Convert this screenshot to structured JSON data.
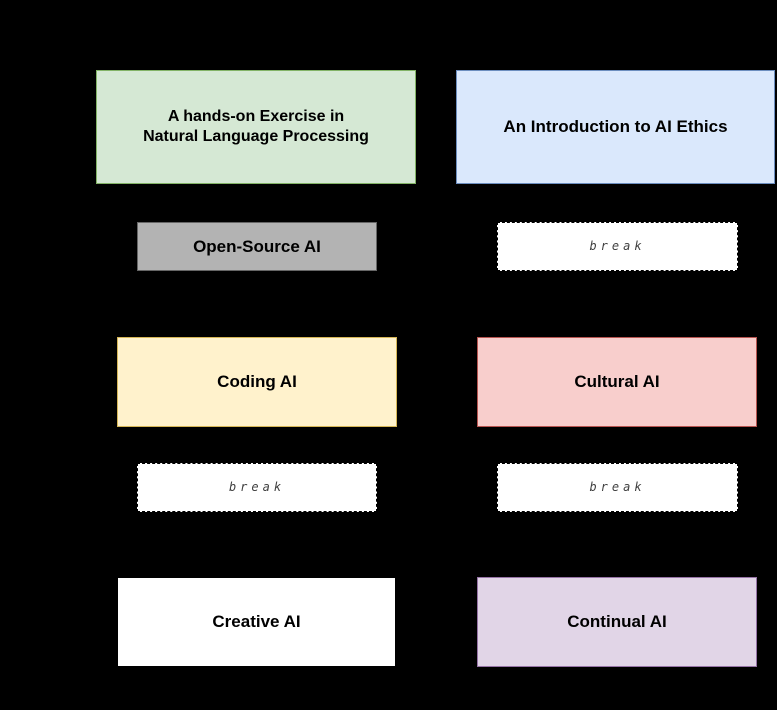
{
  "canvas": {
    "background_color": "#000000",
    "text_color": "#000000"
  },
  "palette": {
    "green_fill": "#d5e8d4",
    "green_stroke": "#82b366",
    "blue_fill": "#dae8fc",
    "blue_stroke": "#6c8ebf",
    "gray_fill": "#b3b3b3",
    "gray_stroke": "#666666",
    "yellow_fill": "#fff2cc",
    "yellow_stroke": "#d6b656",
    "red_fill": "#f8cecc",
    "red_stroke": "#b85450",
    "white_fill": "#ffffff",
    "white_stroke": "#000000",
    "purple_fill": "#e1d5e7",
    "purple_stroke": "#9673a6"
  },
  "schedule": {
    "columns": [
      {
        "name": "left",
        "sessions": [
          {
            "label": "A hands-on Exercise in Natural Language Processing",
            "lines": [
              "A hands-on Exercise in",
              "Natural Language Processing"
            ],
            "type": "session",
            "fill": "#d5e8d4",
            "stroke": "#82b366"
          },
          {
            "label": "Open-Source AI",
            "type": "session",
            "fill": "#b3b3b3",
            "stroke": "#666666"
          },
          {
            "label": "Coding AI",
            "type": "session",
            "fill": "#fff2cc",
            "stroke": "#d6b656"
          },
          {
            "label": "break",
            "type": "break",
            "fill": "#ffffff",
            "stroke": "#000000"
          },
          {
            "label": "Creative AI",
            "type": "session",
            "fill": "#ffffff",
            "stroke": "#000000"
          }
        ]
      },
      {
        "name": "right",
        "sessions": [
          {
            "label": "An Introduction to AI Ethics",
            "type": "session",
            "fill": "#dae8fc",
            "stroke": "#6c8ebf"
          },
          {
            "label": "break",
            "type": "break",
            "fill": "#ffffff",
            "stroke": "#000000"
          },
          {
            "label": "Cultural AI",
            "type": "session",
            "fill": "#f8cecc",
            "stroke": "#b85450"
          },
          {
            "label": "break",
            "type": "break",
            "fill": "#ffffff",
            "stroke": "#000000"
          },
          {
            "label": "Continual AI",
            "type": "session",
            "fill": "#e1d5e7",
            "stroke": "#9673a6"
          }
        ]
      }
    ]
  }
}
